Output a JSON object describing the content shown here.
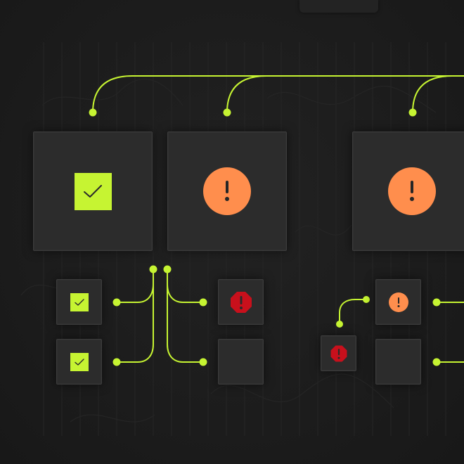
{
  "colors": {
    "background": "#1c1c1c",
    "card": "#2c2c2c",
    "connector": "#c6f432",
    "success": "#c6f432",
    "warning": "#ff8e4d",
    "error": "#c8101c"
  },
  "nodes": [
    {
      "id": "card-a",
      "status": "success",
      "icon": "check-square-icon"
    },
    {
      "id": "card-b",
      "status": "warning",
      "icon": "warning-circle-icon"
    },
    {
      "id": "card-c",
      "status": "warning",
      "icon": "warning-circle-icon"
    },
    {
      "id": "mini-a1",
      "status": "success",
      "icon": "check-square-icon"
    },
    {
      "id": "mini-a2",
      "status": "success",
      "icon": "check-square-icon"
    },
    {
      "id": "mini-b1",
      "status": "error",
      "icon": "error-octagon-icon"
    },
    {
      "id": "mini-b2",
      "status": "empty",
      "icon": ""
    },
    {
      "id": "mini-c0",
      "status": "error",
      "icon": "error-octagon-icon"
    },
    {
      "id": "mini-c1",
      "status": "warning",
      "icon": "warning-circle-icon"
    },
    {
      "id": "mini-c2",
      "status": "empty",
      "icon": ""
    }
  ]
}
